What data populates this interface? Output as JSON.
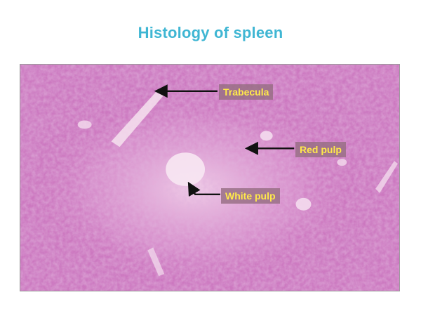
{
  "title": "Histology of spleen",
  "labels": {
    "trabecula": "Trabecula",
    "red_pulp": "Red pulp",
    "white_pulp": "White pulp"
  },
  "colors": {
    "title": "#3FB6D3",
    "label_text": "#FFE94A",
    "tissue_dark": "#b64fa6",
    "tissue_light": "#e8b7df"
  }
}
